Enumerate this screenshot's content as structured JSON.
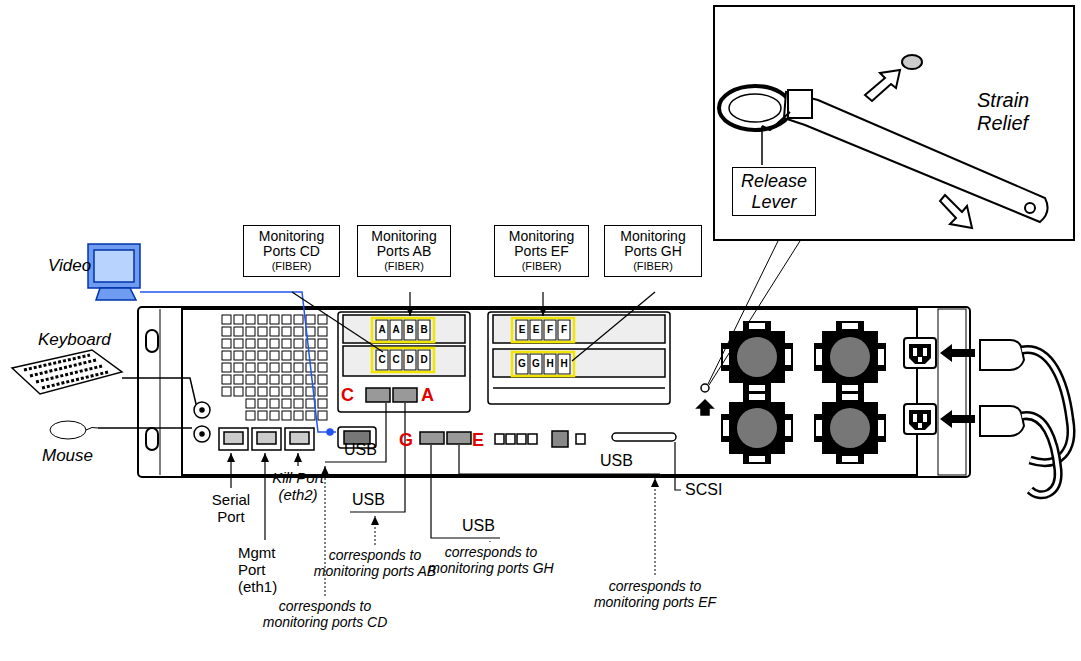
{
  "diagram": {
    "nodes": [
      {
        "text": [
          "Strain Relief"
        ]
      },
      {
        "text": [
          "Release Lever"
        ],
        "in": 0
      },
      {
        "text": [
          "Monitoring Ports CD",
          "(FIBER)"
        ]
      },
      {
        "text": [
          "Monitoring Ports AB",
          "(FIBER)"
        ]
      },
      {
        "text": [
          "Monitoring Ports EF",
          "(FIBER)"
        ]
      },
      {
        "text": [
          "Monitoring Ports GH",
          "(FIBER)"
        ]
      }
    ],
    "labels": [
      "Video",
      "Keyboard",
      "Mouse",
      "Serial Port",
      "Mgmt Port (eth1)",
      "Kill Port (eth2)",
      "C",
      "A",
      "G",
      "E",
      "A",
      "A",
      "B",
      "B",
      "C",
      "C",
      "D",
      "D",
      "E",
      "E",
      "F",
      "F",
      "G",
      "G",
      "H",
      "H",
      "USB",
      "USB",
      "USB",
      "USB",
      "SCSI",
      "corresponds to monitoring ports AB",
      "corresponds to monitoring ports GH",
      "corresponds to monitoring ports EF",
      "corresponds to monitoring ports CD"
    ]
  }
}
